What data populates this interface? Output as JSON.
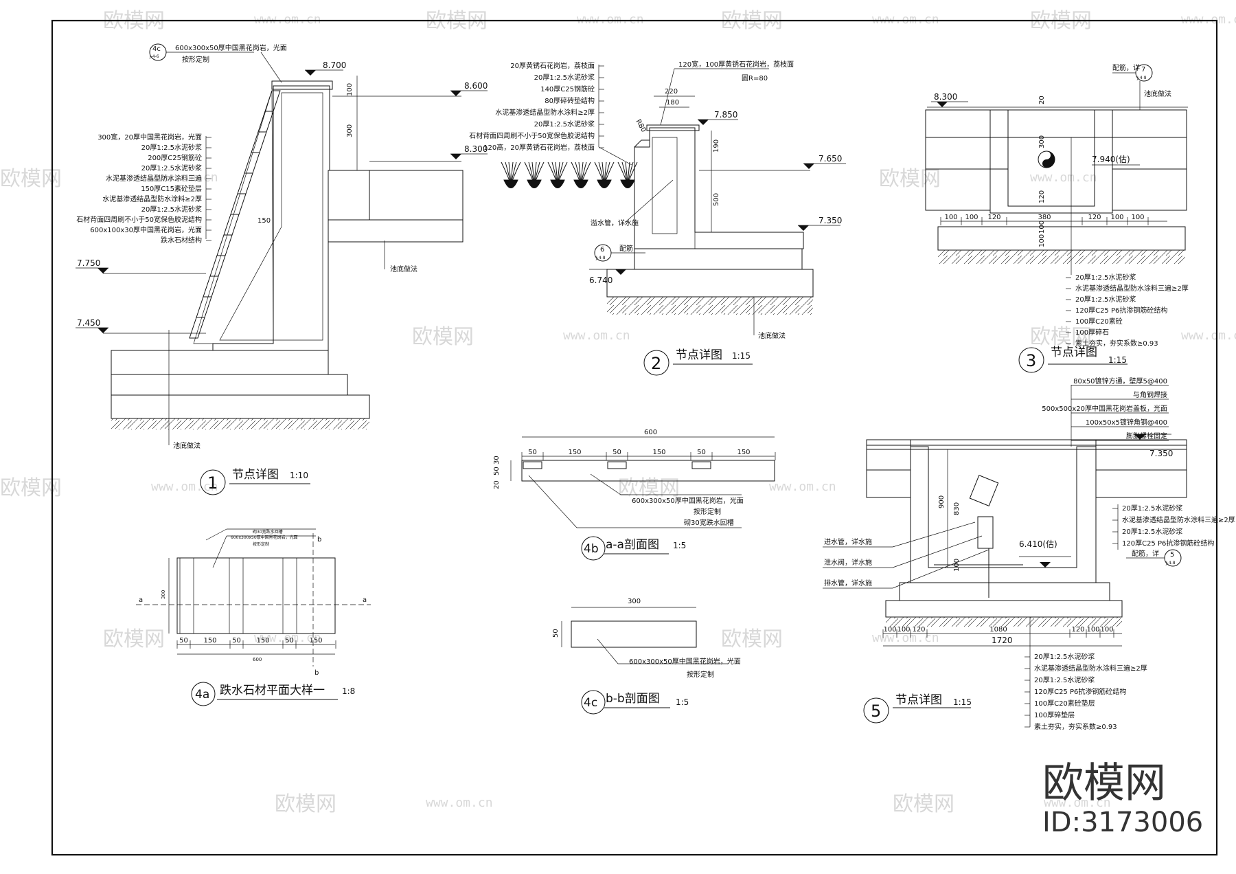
{
  "watermark": {
    "brand": "欧模网",
    "url": "www.om.cn",
    "big_brand": "欧模网",
    "id_label": "ID:3173006"
  },
  "detail1": {
    "num": "1",
    "title": "节点详图",
    "scale": "1:10",
    "ref_num": "4c",
    "ref_sub": "J-4-6",
    "ref_note1": "600x300x50厚中国黑花岗岩，光面",
    "ref_note2": "按形定制",
    "elevations": [
      "8.700",
      "8.600",
      "8.300",
      "7.750",
      "7.450"
    ],
    "dims": [
      "100",
      "300",
      "150"
    ],
    "layers": [
      "300宽，20厚中国黑花岗岩，光面",
      "20厚1:2.5水泥砂浆",
      "200厚C25钢筋砼",
      "20厚1:2.5水泥砂浆",
      "水泥基渗透结晶型防水涂料三遍",
      "150厚C15素砼垫层",
      "水泥基渗透结晶型防水涂料≥2厚",
      "20厚1:2.5水泥砂浆",
      "石材背面四周刷不小于50宽保色胶泥结构",
      "600x100x30厚中国黑花岗岩，光面",
      "跌水石材结构"
    ],
    "note_bottom": "池底做法",
    "note_side": "池底做法"
  },
  "detail2": {
    "num": "2",
    "title": "节点详图",
    "scale": "1:15",
    "ref_num": "6",
    "ref_sub": "J-4-8",
    "top_note1": "120宽，100厚黄锈石花岗岩，荔枝面",
    "top_note2": "圆R=80",
    "dims": [
      "220",
      "180",
      "190",
      "500"
    ],
    "dim_diag": "R80",
    "elevations": [
      "7.850",
      "7.650",
      "7.350",
      "6.740"
    ],
    "layers": [
      "20厚黄锈石花岗岩，荔枝面",
      "20厚1:2.5水泥砂浆",
      "140厚C25钢筋砼",
      "80厚碎砖垫结构",
      "水泥基渗透结晶型防水涂料≥2厚",
      "20厚1:2.5水泥砂浆",
      "石材背面四周刷不小于50宽保色胶泥结构",
      "120高，20厚黄锈石花岗岩，荔枝面"
    ],
    "note_pipe": "溢水管，详水施",
    "note_ref": "配筋",
    "note_bottom": "池底做法"
  },
  "detail3": {
    "num": "3",
    "title": "节点详图",
    "scale": "1:15",
    "ref_num": "7",
    "ref_sub": "J-4-8",
    "elevations": [
      "8.300",
      "7.940(估)"
    ],
    "dims_bottom": [
      "100",
      "100",
      "120",
      "380",
      "120",
      "100",
      "100"
    ],
    "dims_side": [
      "20",
      "300",
      "120",
      "100",
      "100"
    ],
    "note_top": "配筋，详",
    "note_right": "池底做法",
    "layers": [
      "20厚1:2.5水泥砂浆",
      "水泥基渗透结晶型防水涂料三遍≥2厚",
      "20厚1:2.5水泥砂浆",
      "120厚C25 P6抗渗钢筋砼结构",
      "100厚C20素砼",
      "100厚碎石",
      "素土夯实，夯实系数≥0.93"
    ]
  },
  "detail4a": {
    "num": "4a",
    "title": "跌水石材平面大样一",
    "scale": "1:8",
    "note1": "砌30宽跌水回槽",
    "note2": "600x300x50厚中国黑花岗岩，光面",
    "note3": "按形定制",
    "marks": [
      "a",
      "a",
      "b",
      "b"
    ],
    "dims": [
      "50",
      "150",
      "50",
      "150",
      "50",
      "150"
    ],
    "dim_total": "600",
    "dim_side": "300"
  },
  "detail4b": {
    "num": "4b",
    "title": "a-a剖面图",
    "scale": "1:5",
    "dim_total": "600",
    "dims": [
      "50",
      "150",
      "50",
      "150",
      "50",
      "150"
    ],
    "dims_side": [
      "20",
      "50",
      "30"
    ],
    "note1": "600x300x50厚中国黑花岗岩，光面",
    "note2": "按形定制",
    "note3": "砌30宽跌水回槽"
  },
  "detail4c": {
    "num": "4c",
    "title": "b-b剖面图",
    "scale": "1:5",
    "dim_top": "300",
    "dim_side": "50",
    "note1": "600x300x50厚中国黑花岗岩，光面",
    "note2": "按形定制"
  },
  "detail5": {
    "num": "5",
    "title": "节点详图",
    "scale": "1:15",
    "ref_num": "5",
    "ref_sub": "J-4-8",
    "top_notes": [
      "80x50镀锌方通，壁厚5@400",
      "与角钢焊接",
      "500x500x20厚中国黑花岗岩盖板，光面",
      "100x50x5镀锌角钢@400",
      "膨胀螺栓固定"
    ],
    "elevations": [
      "7.350",
      "6.410(估)"
    ],
    "dims_side": [
      "900",
      "830",
      "100"
    ],
    "dims_bottom": [
      "100",
      "100",
      "120",
      "1080",
      "120",
      "100",
      "100"
    ],
    "dim_total": "1720",
    "left_notes": [
      "进水管，详水施",
      "泄水阀，详水施",
      "排水管，详水施"
    ],
    "right_layers": [
      "20厚1:2.5水泥砂浆",
      "水泥基渗透结晶型防水涂料三遍≥2厚",
      "20厚1:2.5水泥砂浆",
      "120厚C25 P6抗渗钢筋砼结构"
    ],
    "right_ref": "配筋，详",
    "bottom_layers": [
      "20厚1:2.5水泥砂浆",
      "水泥基渗透结晶型防水涂料三遍≥2厚",
      "20厚1:2.5水泥砂浆",
      "120厚C25 P6抗渗钢筋砼结构",
      "100厚C20素砼垫层",
      "100厚碎垫层",
      "素土夯实，夯实系数≥0.93"
    ]
  }
}
